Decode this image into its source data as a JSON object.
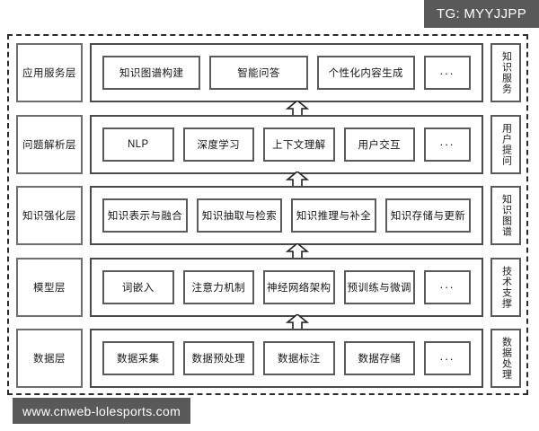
{
  "watermarks": {
    "tg": "TG: MYYJJPP",
    "url": "www.cnweb-lolesports.com"
  },
  "diagram": {
    "title": "",
    "ellipsis_label": "...",
    "arrow_icon": "arrow-up-icon",
    "layers": [
      {
        "id": "application-service",
        "label": "应用服务层",
        "side_label": "知识服务",
        "items": [
          "知识图谱构建",
          "智能问答",
          "个性化内容生成",
          "..."
        ]
      },
      {
        "id": "question-parsing",
        "label": "问题解析层",
        "side_label": "用户提问",
        "items": [
          "NLP",
          "深度学习",
          "上下文理解",
          "用户交互",
          "..."
        ]
      },
      {
        "id": "knowledge-enhancement",
        "label": "知识强化层",
        "side_label": "知识图谱",
        "items": [
          "知识表示与融合",
          "知识抽取与检索",
          "知识推理与补全",
          "知识存储与更新"
        ]
      },
      {
        "id": "model",
        "label": "模型层",
        "side_label": "技术支撑",
        "items": [
          "词嵌入",
          "注意力机制",
          "神经网络架构",
          "预训练与微调",
          "..."
        ]
      },
      {
        "id": "data",
        "label": "数据层",
        "side_label": "数据处理",
        "items": [
          "数据采集",
          "数据预处理",
          "数据标注",
          "数据存储",
          "..."
        ]
      }
    ]
  },
  "colors": {
    "watermark_bg": "#595959",
    "watermark_text": "#ffffff",
    "frame_border": "#2b2b2b",
    "box_border": "#5a5a5a",
    "box_bg": "#ffffff",
    "text": "#141414"
  }
}
